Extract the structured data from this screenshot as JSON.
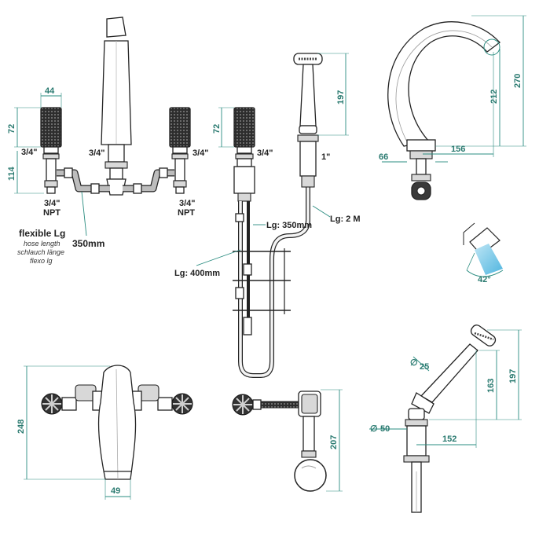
{
  "labels": {
    "flexible_title": "flexible Lg",
    "flexible_en": "hose length",
    "flexible_de": "schlauch länge",
    "flexible_es": "flexo lg",
    "hose_350mm": "350mm",
    "lg_350": "Lg: 350mm",
    "lg_400": "Lg: 400mm",
    "lg_2m": "Lg: 2 M",
    "thread_34_left": "3/4\"",
    "thread_34_center": "3/4\"",
    "thread_34_right": "3/4\"",
    "thread_34_hand": "3/4\"",
    "thread_1": "1\"",
    "npt_left_a": "3/4\"",
    "npt_left_b": "NPT",
    "npt_right_a": "3/4\"",
    "npt_right_b": "NPT"
  },
  "dimensions": {
    "handle_width": "44",
    "handle_height_left": "72",
    "tail_height_left": "114",
    "handle_height_hand": "72",
    "hand_shower_head": "197",
    "spout_height": "270",
    "spout_reach_height": "212",
    "spout_reach": "156",
    "spout_base": "66",
    "angle": "42°",
    "wall_height": "248",
    "wall_width": "49",
    "wall_shower_height": "207",
    "deck_head_diameter": "25",
    "deck_height_163": "163",
    "deck_height_197": "197",
    "deck_base_diameter": "50",
    "deck_reach": "152"
  },
  "colors": {
    "dimension": "#2a8c80",
    "outline": "#222222",
    "knurl": "#3a3a3a",
    "water": "#6ec6e6"
  }
}
